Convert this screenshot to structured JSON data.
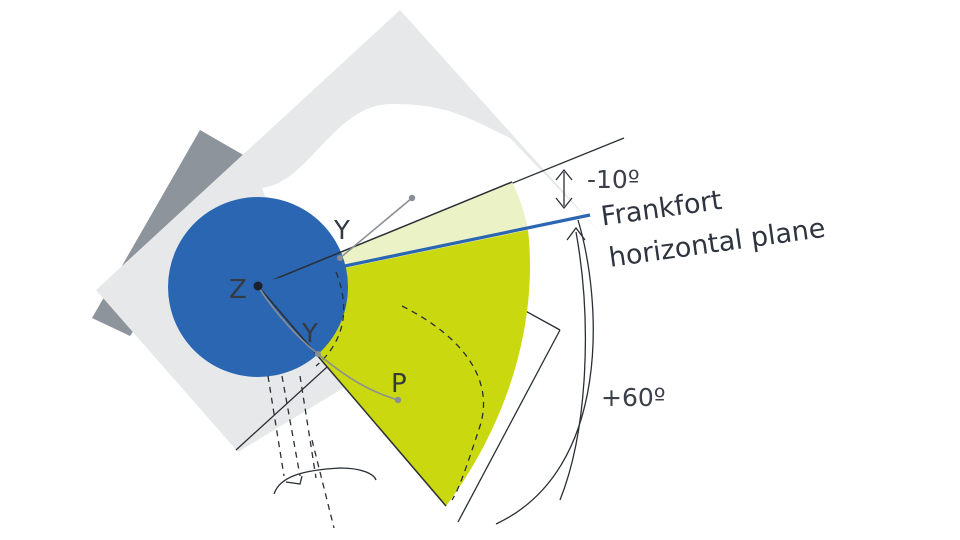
{
  "labels": {
    "z": "Z",
    "y_upper": "Y",
    "y_lower": "Y",
    "p": "P",
    "angle_up": "-10º",
    "angle_down": "+60º",
    "frankfort_line1": "Frankfort",
    "frankfort_line2": "horizontal plane"
  },
  "colors": {
    "background": "#ffffff",
    "grey_panel_light": "#e7e8ea",
    "grey_panel_dark": "#8e949c",
    "circle_blue": "#2b66b3",
    "sector_light": "#ebf2c6",
    "sector_main": "#c9d80f",
    "frankfort_line": "#2b66b3",
    "lines": "#2a2f36"
  }
}
